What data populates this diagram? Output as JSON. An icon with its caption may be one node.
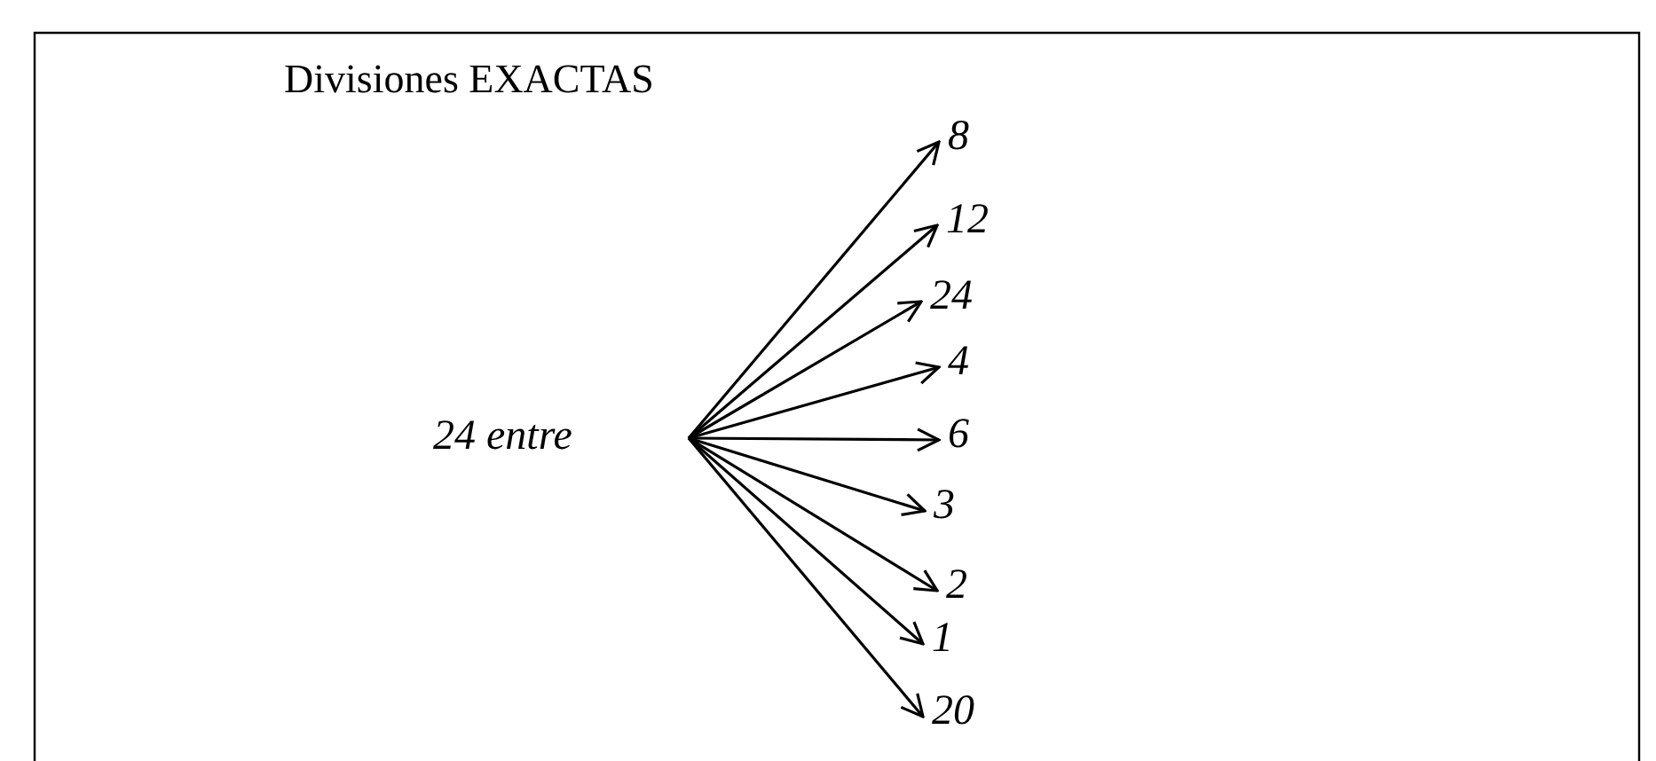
{
  "diagram": {
    "title": "Divisiones EXACTAS",
    "nodes": [
      {
        "text": [
          "24 entre"
        ]
      },
      {
        "text": [
          "8"
        ]
      },
      {
        "text": [
          "12"
        ]
      },
      {
        "text": [
          "24"
        ]
      },
      {
        "text": [
          "4"
        ]
      },
      {
        "text": [
          "6"
        ]
      },
      {
        "text": [
          "3"
        ]
      },
      {
        "text": [
          "2"
        ]
      },
      {
        "text": [
          "1"
        ]
      },
      {
        "text": [
          "20"
        ]
      }
    ],
    "edges": [
      {
        "from": 0,
        "to": 1,
        "arrow": "to"
      },
      {
        "from": 0,
        "to": 2,
        "arrow": "to"
      },
      {
        "from": 0,
        "to": 3,
        "arrow": "to"
      },
      {
        "from": 0,
        "to": 4,
        "arrow": "to"
      },
      {
        "from": 0,
        "to": 5,
        "arrow": "to"
      },
      {
        "from": 0,
        "to": 6,
        "arrow": "to"
      },
      {
        "from": 0,
        "to": 7,
        "arrow": "to"
      },
      {
        "from": 0,
        "to": 8,
        "arrow": "to"
      },
      {
        "from": 0,
        "to": 9,
        "arrow": "to"
      }
    ]
  }
}
